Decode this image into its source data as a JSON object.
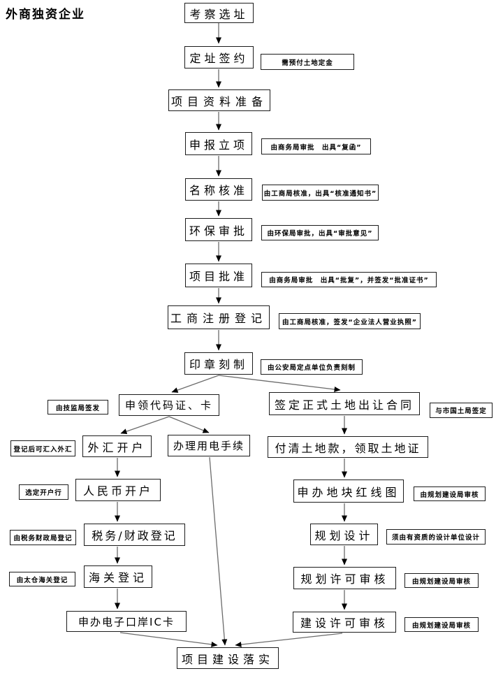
{
  "title": "外商独资企业",
  "colors": {
    "background": "#ffffff",
    "box_border": "#1c1c1c",
    "connector_line": "#6b6b6b",
    "arrowhead": "#000000",
    "text": "#000000"
  },
  "flowchart": {
    "nodes": [
      {
        "id": "survey",
        "label": "考察选址"
      },
      {
        "id": "site_sign",
        "label": "定址签约"
      },
      {
        "id": "materials",
        "label": "项目资料准备"
      },
      {
        "id": "filing",
        "label": "申报立项"
      },
      {
        "id": "name_check",
        "label": "名称核准"
      },
      {
        "id": "env_approval",
        "label": "环保审批"
      },
      {
        "id": "project_approval",
        "label": "项目批准"
      },
      {
        "id": "business_reg",
        "label": "工商注册登记"
      },
      {
        "id": "seal",
        "label": "印章刻制"
      },
      {
        "id": "code_cert",
        "label": "申领代码证、卡"
      },
      {
        "id": "land_contract",
        "label": "签定正式土地出让合同"
      },
      {
        "id": "forex",
        "label": "外汇开户"
      },
      {
        "id": "electricity",
        "label": "办理用电手续"
      },
      {
        "id": "land_pay",
        "label": "付清土地款，领取土地证"
      },
      {
        "id": "rmb",
        "label": "人民币开户"
      },
      {
        "id": "redline",
        "label": "申办地块红线图"
      },
      {
        "id": "tax",
        "label": "税务/财政登记"
      },
      {
        "id": "plan_design",
        "label": "规划设计"
      },
      {
        "id": "customs",
        "label": "海关登记"
      },
      {
        "id": "plan_permit",
        "label": "规划许可审核"
      },
      {
        "id": "ic_card",
        "label": "申办电子口岸IC卡"
      },
      {
        "id": "build_permit",
        "label": "建设许可审核"
      },
      {
        "id": "implement",
        "label": "项目建设落实"
      }
    ],
    "notes": [
      {
        "id": "deposit_note",
        "for": "site_sign",
        "label": "需预付土地定金"
      },
      {
        "id": "filing_note",
        "for": "filing",
        "label": "由商务局审批　出具“复函”"
      },
      {
        "id": "name_note",
        "for": "name_check",
        "label": "由工商局核准，出具“核准通知书”"
      },
      {
        "id": "env_note",
        "for": "env_approval",
        "label": "由环保局审批，出具“审批意见”"
      },
      {
        "id": "approval_note",
        "for": "project_approval",
        "label": "由商务局审批　出具“批复”，并签发“批准证书”"
      },
      {
        "id": "reg_note",
        "for": "business_reg",
        "label": "由工商局核准，签发“企业法人营业执照”"
      },
      {
        "id": "seal_note",
        "for": "seal",
        "label": "由公安局定点单位负责刻制"
      },
      {
        "id": "code_note",
        "for": "code_cert",
        "label": "由技监局签发"
      },
      {
        "id": "land_note",
        "for": "land_contract",
        "label": "与市国土局签定"
      },
      {
        "id": "forex_note",
        "for": "forex",
        "label": "登记后可汇入外汇"
      },
      {
        "id": "rmb_note",
        "for": "rmb",
        "label": "选定开户行"
      },
      {
        "id": "tax_note",
        "for": "tax",
        "label": "由税务财政局登记"
      },
      {
        "id": "customs_note",
        "for": "customs",
        "label": "由太仓海关登记"
      },
      {
        "id": "redline_note",
        "for": "redline",
        "label": "由规划建设局审核"
      },
      {
        "id": "design_note",
        "for": "plan_design",
        "label": "须由有资质的设计单位设计"
      },
      {
        "id": "plan_permit_note",
        "for": "plan_permit",
        "label": "由规划建设局审核"
      },
      {
        "id": "build_permit_note",
        "for": "build_permit",
        "label": "由规划建设局审核"
      }
    ],
    "edges": [
      {
        "from": "survey",
        "to": "site_sign"
      },
      {
        "from": "site_sign",
        "to": "materials"
      },
      {
        "from": "materials",
        "to": "filing"
      },
      {
        "from": "filing",
        "to": "name_check"
      },
      {
        "from": "name_check",
        "to": "env_approval"
      },
      {
        "from": "env_approval",
        "to": "project_approval"
      },
      {
        "from": "project_approval",
        "to": "business_reg"
      },
      {
        "from": "business_reg",
        "to": "seal"
      },
      {
        "from": "seal",
        "to": "code_cert"
      },
      {
        "from": "seal",
        "to": "land_contract"
      },
      {
        "from": "code_cert",
        "to": "forex"
      },
      {
        "from": "code_cert",
        "to": "electricity"
      },
      {
        "from": "forex",
        "to": "rmb"
      },
      {
        "from": "rmb",
        "to": "tax"
      },
      {
        "from": "tax",
        "to": "customs"
      },
      {
        "from": "customs",
        "to": "ic_card"
      },
      {
        "from": "electricity",
        "to": "implement"
      },
      {
        "from": "ic_card",
        "to": "implement"
      },
      {
        "from": "land_contract",
        "to": "land_pay"
      },
      {
        "from": "land_pay",
        "to": "redline"
      },
      {
        "from": "redline",
        "to": "plan_design"
      },
      {
        "from": "plan_design",
        "to": "plan_permit"
      },
      {
        "from": "plan_permit",
        "to": "build_permit"
      },
      {
        "from": "build_permit",
        "to": "implement"
      }
    ]
  }
}
